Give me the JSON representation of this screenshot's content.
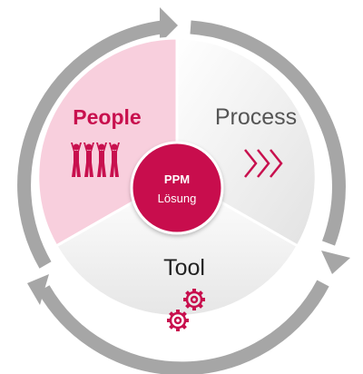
{
  "segments": {
    "people": {
      "label": "People",
      "icon": "people-icon",
      "color": "#c8104e",
      "fill": "#f8cfdd"
    },
    "process": {
      "label": "Process",
      "icon": "chevrons-icon",
      "color": "#555555"
    },
    "tool": {
      "label": "Tool",
      "icon": "gears-icon",
      "color": "#222222"
    }
  },
  "center": {
    "line1": "PPM",
    "line2": "Lösung",
    "color": "#c8104e"
  },
  "ring": {
    "color": "#a6a6a6",
    "arrow_count": 3
  },
  "accent": "#c8104e"
}
